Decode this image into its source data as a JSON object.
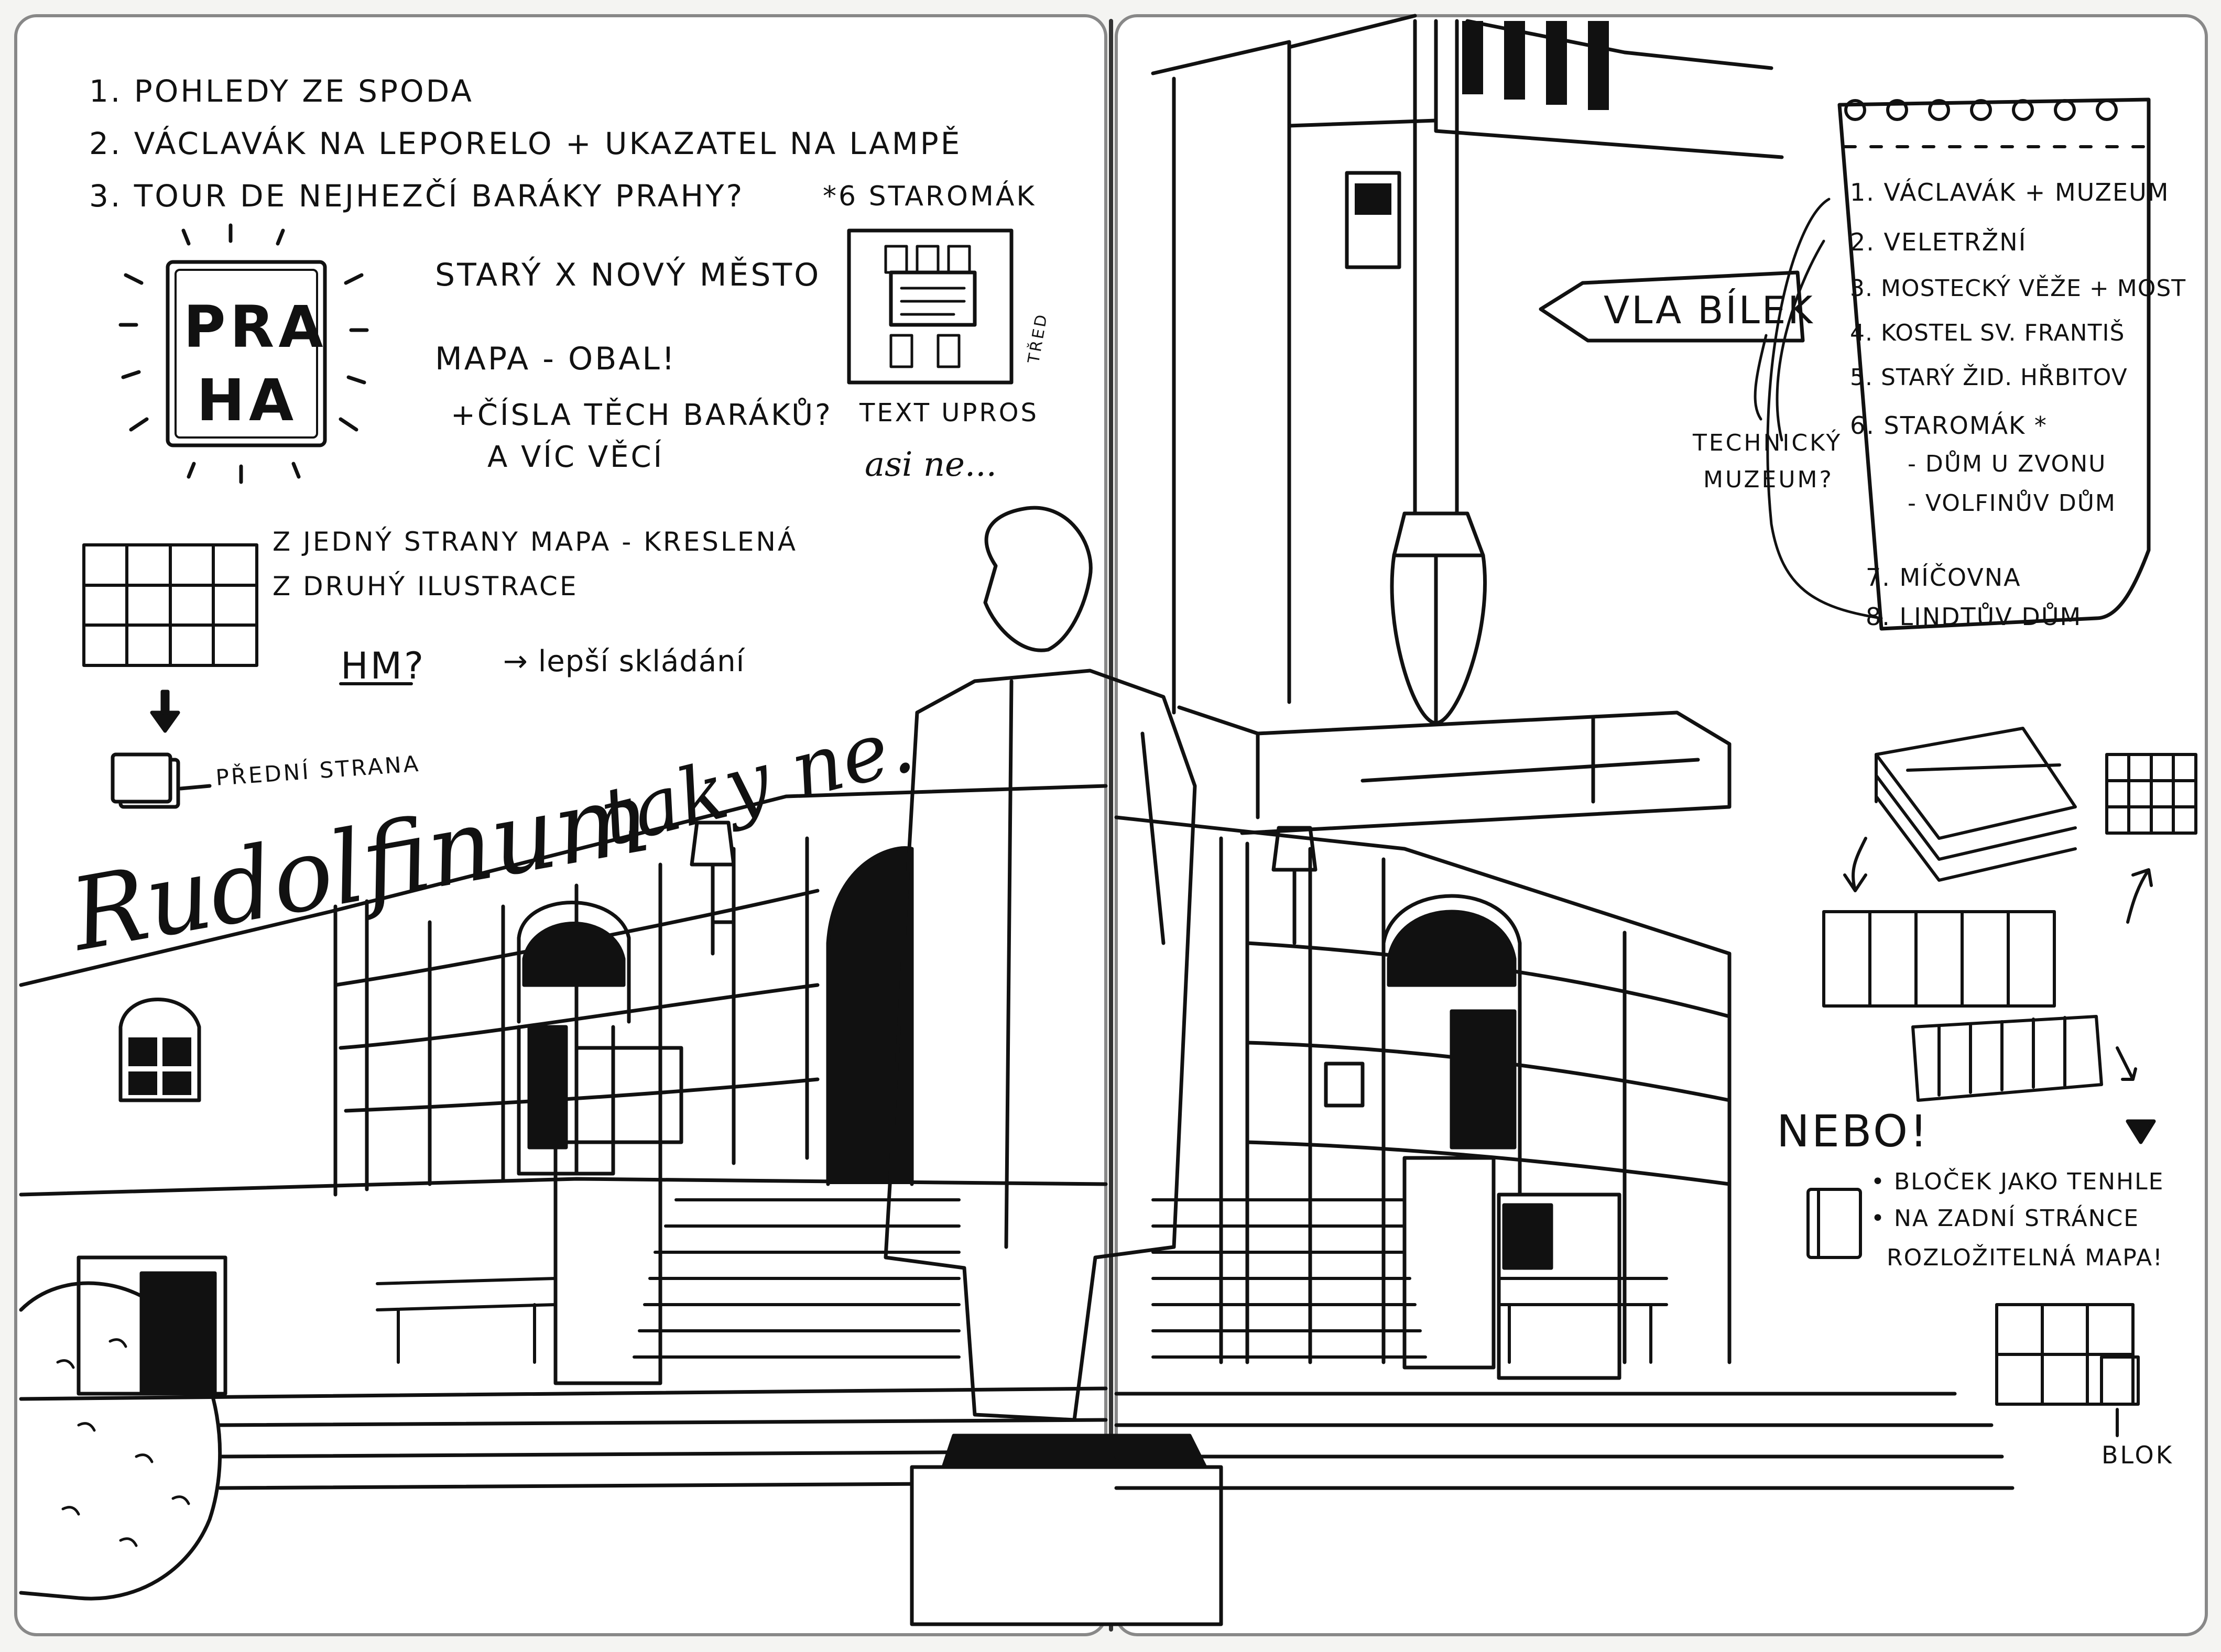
{
  "left_page": {
    "notes": [
      "1. POHLEDY ZE SPODA",
      "2. VÁCLAVÁK NA LEPORELO + UKAZATEL NA LAMPĚ",
      "3. TOUR DE NEJHEZČÍ BARÁKY PRAHY?"
    ],
    "staromak_label": "*6 STAROMÁK",
    "praha_block": [
      "PRA",
      "HA"
    ],
    "stary_novy": "STARÝ X NOVÝ MĚSTO",
    "mapa_obal": "MAPA - OBAL!",
    "cisla": "+ČÍSLA TĚCH BARÁKŮ?",
    "vic_veci": "A VÍC VĚCÍ",
    "text_upros": "TEXT UPROS",
    "text_upros_side": "TŘED",
    "asi_ne_1": "asi ne...",
    "jedny_strany": "Z JEDNÝ STRANY MAPA - KRESLENÁ",
    "druhy": "Z DRUHÝ ILUSTRACE",
    "hm": "HM?",
    "lepsi": "→ lepší skládání",
    "predni_strana": "PŘEDNÍ STRANA",
    "rudolfinum": "Rudolfinum",
    "asi_ne_2": "taky ne."
  },
  "right_page": {
    "sign": "VLA BÍLEK",
    "technicky": [
      "TECHNICKÝ",
      "MUZEUM?"
    ],
    "list": [
      "1. VÁCLAVÁK + MUZEUM",
      "2. VELETRŽNÍ",
      "3. MOSTECKÝ VĚŽE + MOST",
      "4. KOSTEL SV. FRANTIŠ",
      "5. STARÝ ŽID. HŘBITOV",
      "6. STAROMÁK *",
      "- DŮM U ZVONU",
      "- VOLFINŮV DŮM",
      "7. MÍČOVNA",
      "8. LINDTŮV DŮM"
    ],
    "nebo": "NEBO!",
    "blocek": [
      "• BLOČEK JAKO TENHLE",
      "• NA ZADNÍ STRÁNCE",
      "ROZLOŽITELNÁ MAPA!"
    ],
    "blok": "BLOK"
  }
}
